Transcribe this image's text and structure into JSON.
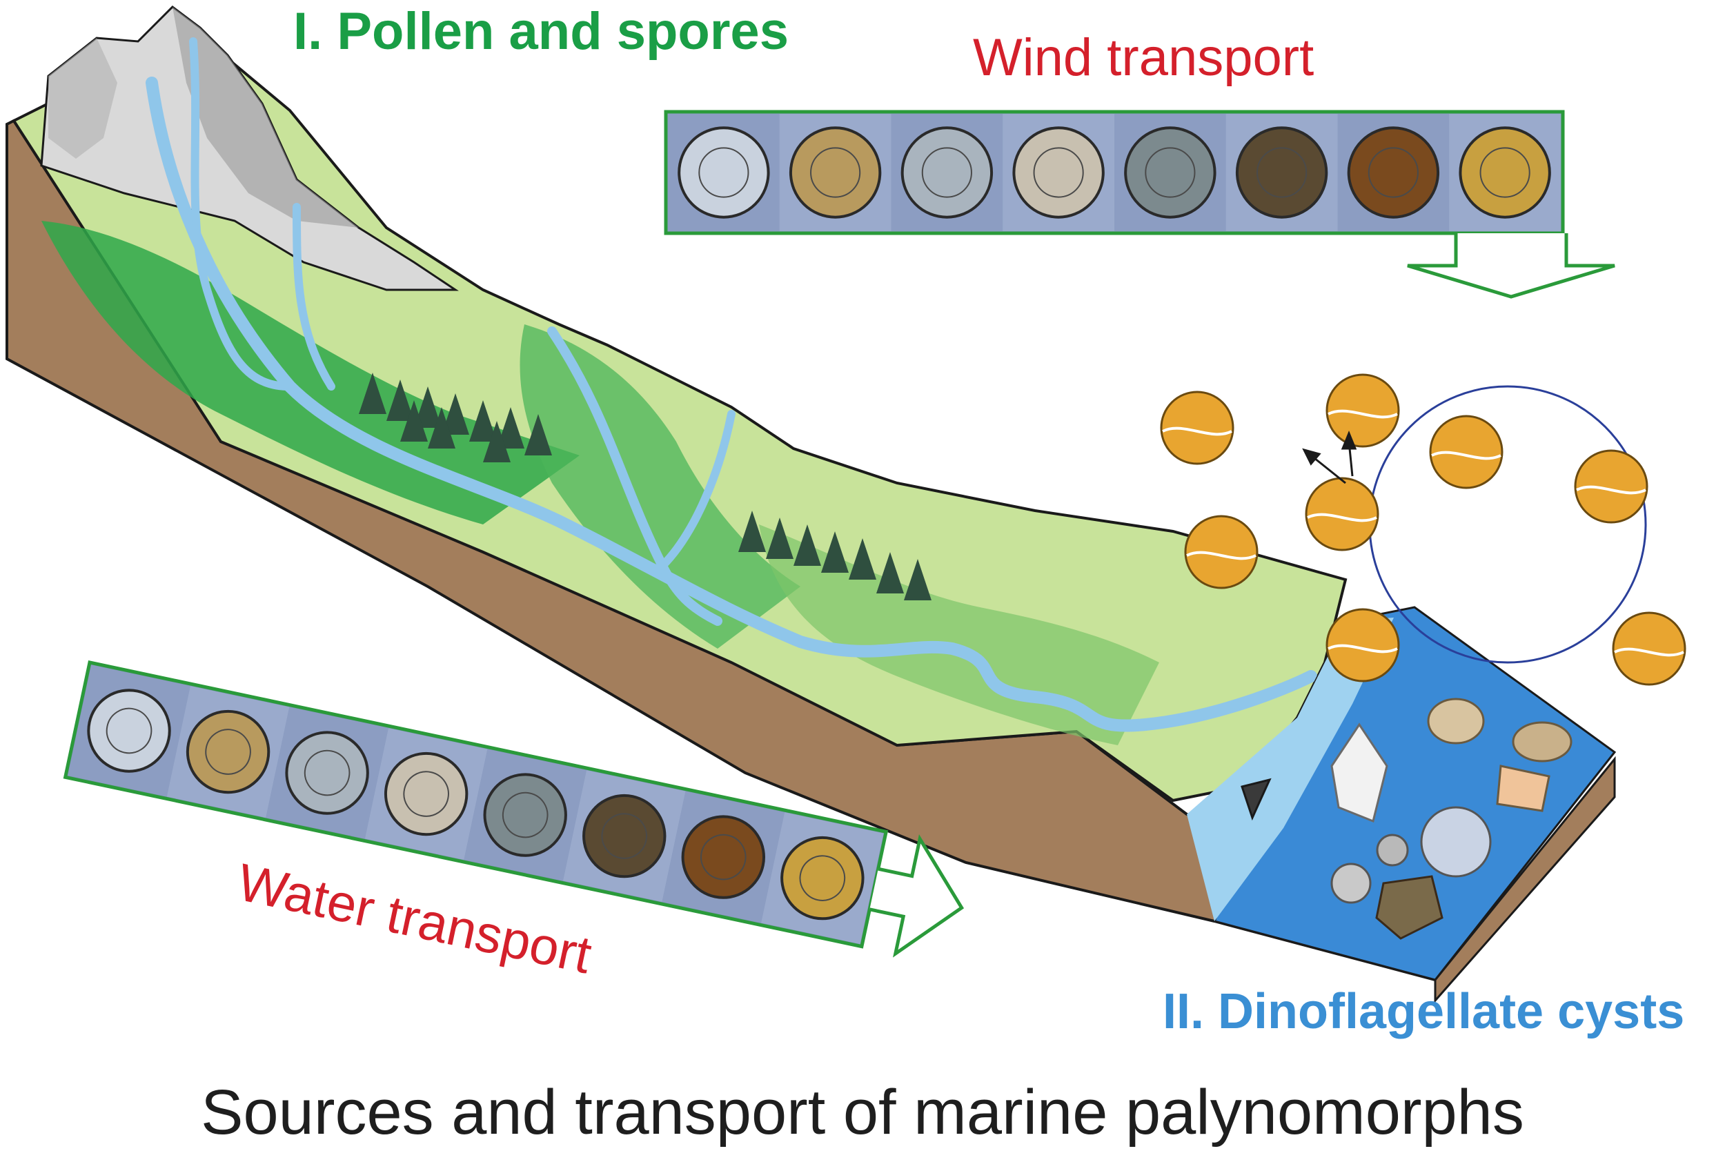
{
  "labels": {
    "pollen_title": "I. Pollen and spores",
    "wind_transport": "Wind transport",
    "water_transport": "Water transport",
    "dino_title": "II. Dinoflagellate cysts",
    "caption": "Sources and transport of marine palynomorphs"
  },
  "colors": {
    "pollen_title": "#1a9e46",
    "transport_labels": "#d4202b",
    "dino_title": "#3a8fd4",
    "caption": "#1e1e1e",
    "panel_border": "#2a9a3a",
    "ground": "#a37e5c",
    "meadow": "#c8e39a",
    "forest_green": "#2fa84a",
    "river": "#8fc6ea",
    "sea": "#3a8ad6",
    "cyst": "#e8a530"
  },
  "wind_panel": {
    "grain_count": 8
  },
  "water_panel": {
    "grain_count": 8
  },
  "cyst_cycle": {
    "cyst_count": 8,
    "arrow_color": "#2a3f9a"
  }
}
